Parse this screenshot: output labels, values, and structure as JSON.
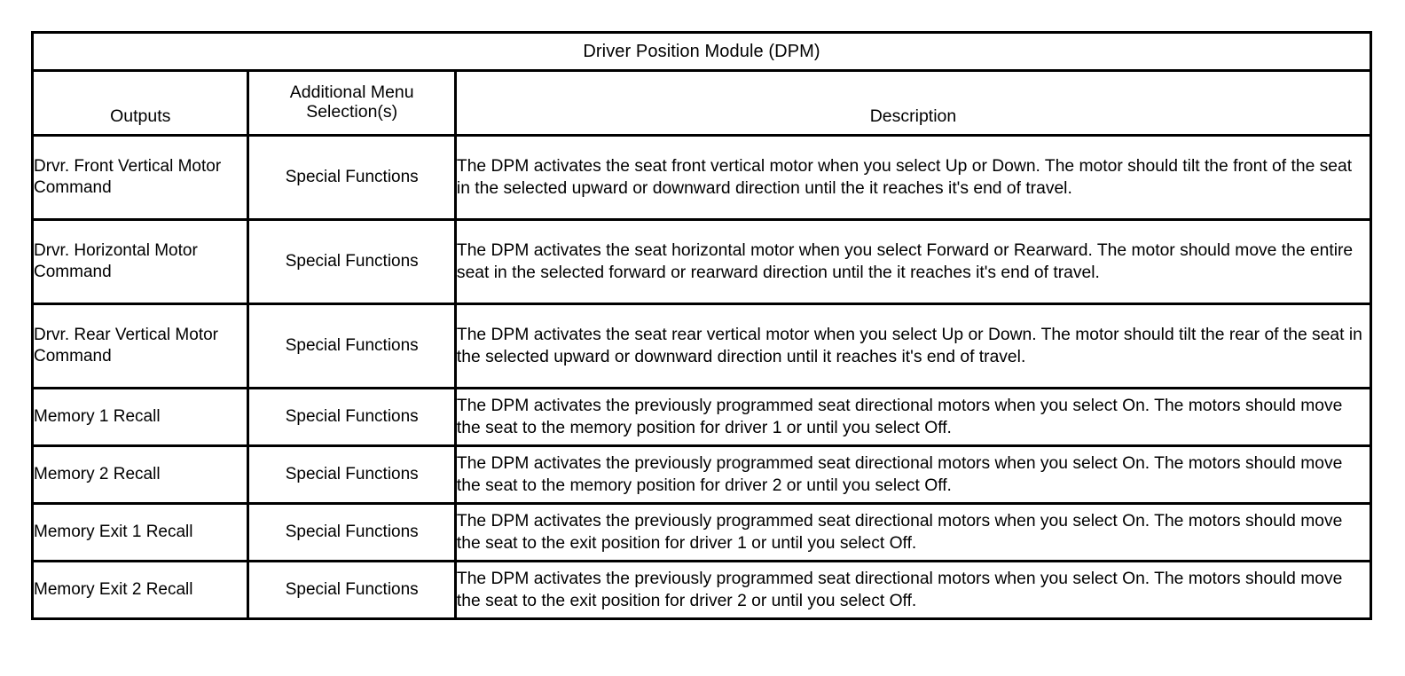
{
  "table": {
    "title": "Driver Position Module (DPM)",
    "columns": [
      {
        "key": "outputs",
        "label": "Outputs"
      },
      {
        "key": "menu",
        "label_line1": "Additional Menu",
        "label_line2": "Selection(s)"
      },
      {
        "key": "description",
        "label": "Description"
      }
    ],
    "rows": [
      {
        "output": "Drvr. Front Vertical Motor Command",
        "menu": "Special Functions",
        "description": "The DPM activates the seat front vertical motor when you select Up or Down. The motor should tilt the front of the seat in the selected upward or downward direction until the it reaches it's end of travel."
      },
      {
        "output": "Drvr. Horizontal Motor Command",
        "menu": "Special Functions",
        "description": "The DPM activates the seat horizontal motor when you select Forward or Rearward. The motor should move the entire seat in the selected forward or rearward direction until the it reaches it's end of travel."
      },
      {
        "output": "Drvr. Rear Vertical Motor Command",
        "menu": "Special Functions",
        "description": "The DPM activates the seat rear vertical motor when you select Up or Down. The motor should tilt the rear of the seat in the selected upward or downward direction until it reaches it's end of travel."
      },
      {
        "output": "Memory 1 Recall",
        "menu": "Special Functions",
        "description": "The DPM activates the previously programmed seat directional motors when you select On. The motors should move the seat to the memory position for driver 1 or until you select Off."
      },
      {
        "output": "Memory 2 Recall",
        "menu": "Special Functions",
        "description": "The DPM activates the previously programmed seat directional motors when you select On. The motors should move the seat to the memory position for driver 2 or until you select Off."
      },
      {
        "output": "Memory Exit 1 Recall",
        "menu": "Special Functions",
        "description": "The DPM activates the previously programmed seat directional motors when you select On. The motors should move the seat to the exit position for driver 1 or until you select Off."
      },
      {
        "output": "Memory Exit 2 Recall",
        "menu": "Special Functions",
        "description": "The DPM activates the previously programmed seat directional motors when you select On. The motors should move the seat to the exit position for driver 2 or until you select Off."
      }
    ]
  },
  "colors": {
    "border": "#000000",
    "text": "#000000",
    "background": "#ffffff"
  }
}
